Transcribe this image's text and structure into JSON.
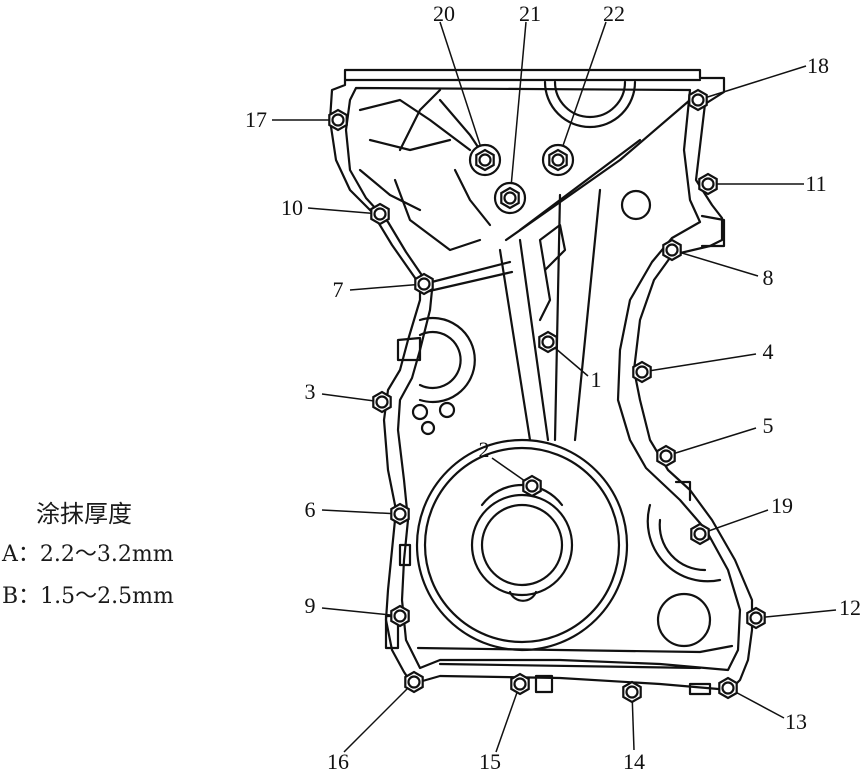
{
  "callouts": [
    "20",
    "21",
    "22",
    "18",
    "17",
    "11",
    "10",
    "8",
    "7",
    "4",
    "1",
    "3",
    "5",
    "2",
    "19",
    "6",
    "9",
    "12",
    "16",
    "15",
    "14",
    "13"
  ],
  "legend": {
    "title": "涂抹厚度",
    "a": "A：2.2～3.2mm",
    "b": "B：1.5～2.5mm"
  },
  "colors": {
    "line": "#111111",
    "background": "#ffffff"
  }
}
